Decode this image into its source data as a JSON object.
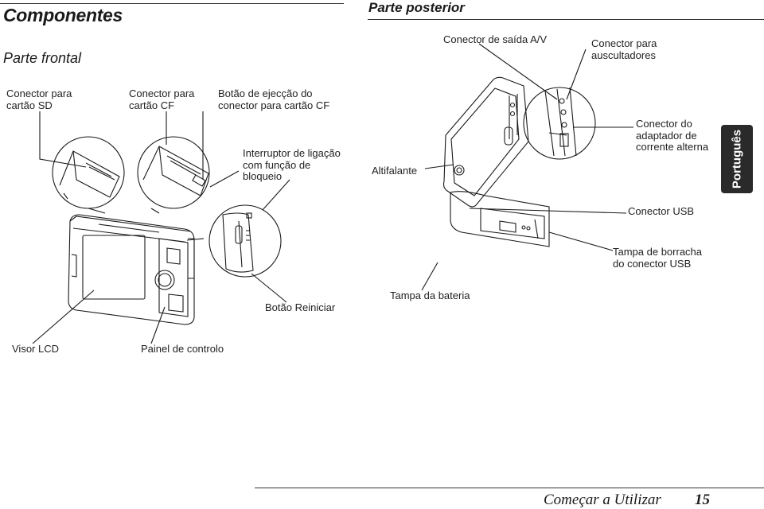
{
  "left_section": {
    "title": "Componentes",
    "subtitle": "Parte frontal",
    "labels": {
      "sd_connector": "Conector para cartão SD",
      "cf_connector": "Conector para cartão CF",
      "cf_eject": "Botão de ejecção do conector para cartão CF",
      "power_switch": "Interruptor de ligação com função de bloqueio",
      "reset_button": "Botão Reiniciar",
      "lcd": "Visor LCD",
      "control_panel": "Painel de controlo"
    }
  },
  "right_section": {
    "title": "Parte posterior",
    "labels": {
      "av_out": "Conector de saída A/V",
      "headphones": "Conector para auscultadores",
      "speaker": "Altifalante",
      "ac_adapter": "Conector do adaptador de corrente alterna",
      "usb": "Conector USB",
      "usb_cover": "Tampa de borracha do conector USB",
      "battery_cover": "Tampa da bateria"
    }
  },
  "side_tab": {
    "label": "Português"
  },
  "footer": {
    "title": "Começar a Utilizar",
    "page_number": "15"
  }
}
